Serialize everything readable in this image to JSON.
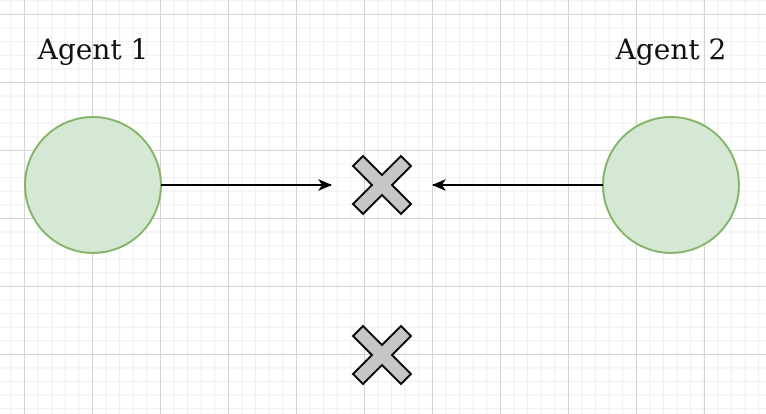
{
  "agents": [
    {
      "label": "Agent 1"
    },
    {
      "label": "Agent 2"
    }
  ],
  "markers": [
    {
      "type": "x-mark"
    },
    {
      "type": "x-mark"
    }
  ],
  "colors": {
    "agent_fill": "#d5e8d4",
    "agent_stroke": "#82b366",
    "x_fill": "#c6c6c6",
    "x_stroke": "#000000",
    "arrow": "#000000"
  }
}
